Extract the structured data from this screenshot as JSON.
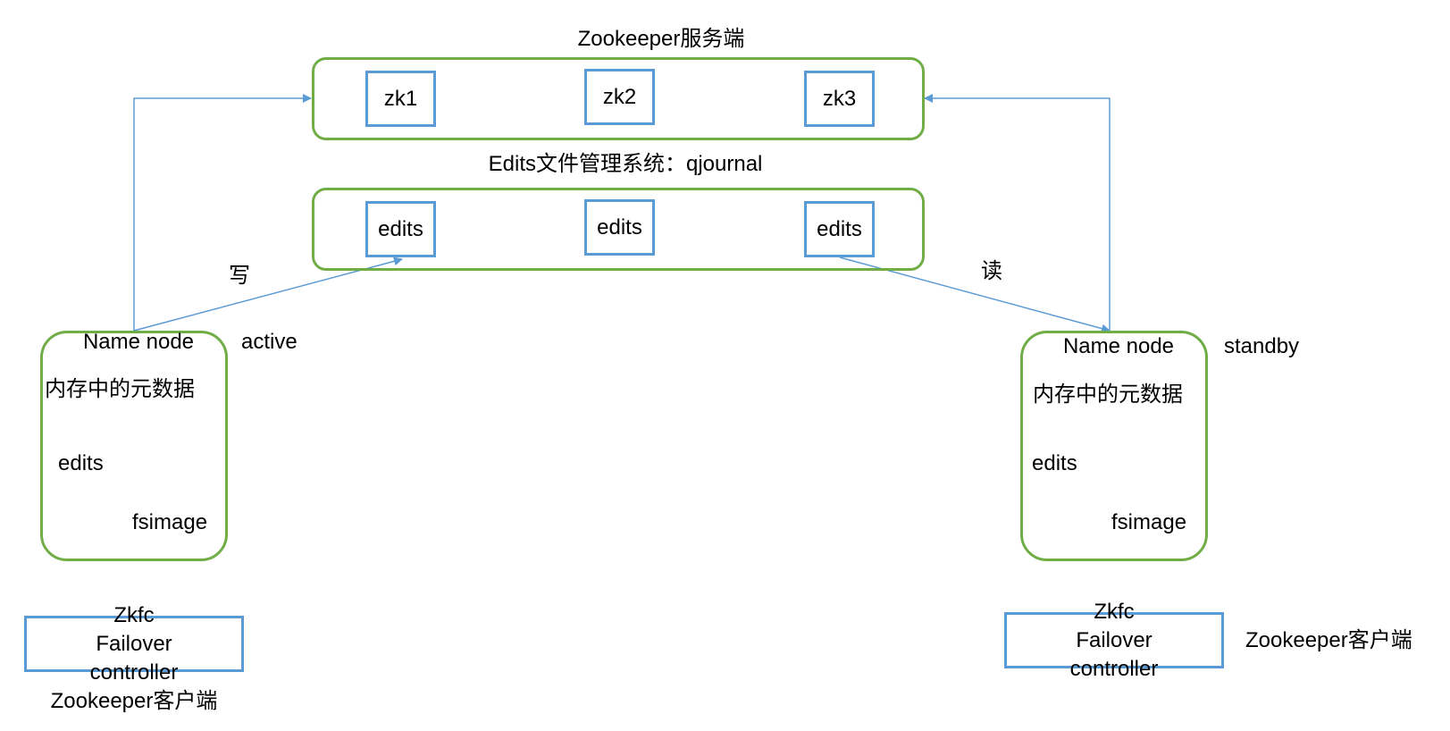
{
  "zk_cluster": {
    "title": "Zookeeper服务端",
    "nodes": [
      "zk1",
      "zk2",
      "zk3"
    ]
  },
  "journal": {
    "title": "Edits文件管理系统：qjournal",
    "nodes": [
      "edits",
      "edits",
      "edits"
    ]
  },
  "write_label": "写",
  "read_label": "读",
  "namenode_active": {
    "title": "Name node",
    "state": "active",
    "metadata": "内存中的元数据",
    "edits": "edits",
    "fsimage": "fsimage"
  },
  "namenode_standby": {
    "title": "Name node",
    "state": "standby",
    "metadata": "内存中的元数据",
    "edits": "edits",
    "fsimage": "fsimage"
  },
  "zkfc_left": {
    "line1": "Zkfc",
    "line2": "Failover",
    "line3": "controller",
    "client": "Zookeeper客户端"
  },
  "zkfc_right": {
    "line1": "Zkfc",
    "line2": "Failover",
    "line3": "controller",
    "client": "Zookeeper客户端"
  },
  "colors": {
    "container_border": "#70ad47",
    "node_border": "#5b9bd5",
    "arrow": "#5b9bd5"
  }
}
